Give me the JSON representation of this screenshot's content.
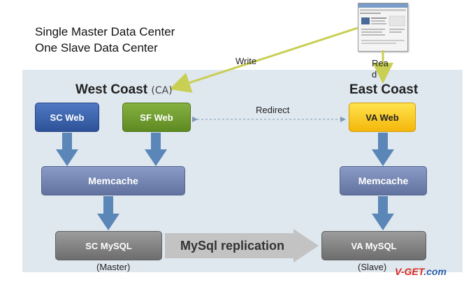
{
  "headline": {
    "line1": "Single Master Data Center",
    "line2": "One Slave Data Center"
  },
  "regions": {
    "west": {
      "name": "West Coast",
      "tag": "(CA)"
    },
    "east": {
      "name": "East Coast"
    }
  },
  "nodes": {
    "sc_web": "SC Web",
    "sf_web": "SF Web",
    "va_web": "VA Web",
    "memcache_west": "Memcache",
    "memcache_east": "Memcache",
    "sc_mysql": "SC MySQL",
    "va_mysql": "VA MySQL"
  },
  "edges": {
    "write": "Write",
    "read": "Rea\nd",
    "redirect": "Redirect",
    "replication": "MySql replication"
  },
  "roles": {
    "master": "(Master)",
    "slave": "(Slave)"
  },
  "watermark": {
    "brand": "V-GET",
    "suffix": ".com"
  },
  "colors": {
    "panel": "#dfe7ef",
    "arrow": "#5b86b8",
    "web_blue": "#2e5299",
    "web_green": "#5e8a22",
    "web_yellow": "#f4b70b",
    "memcache": "#62739f",
    "mysql": "#6d6d6d"
  }
}
